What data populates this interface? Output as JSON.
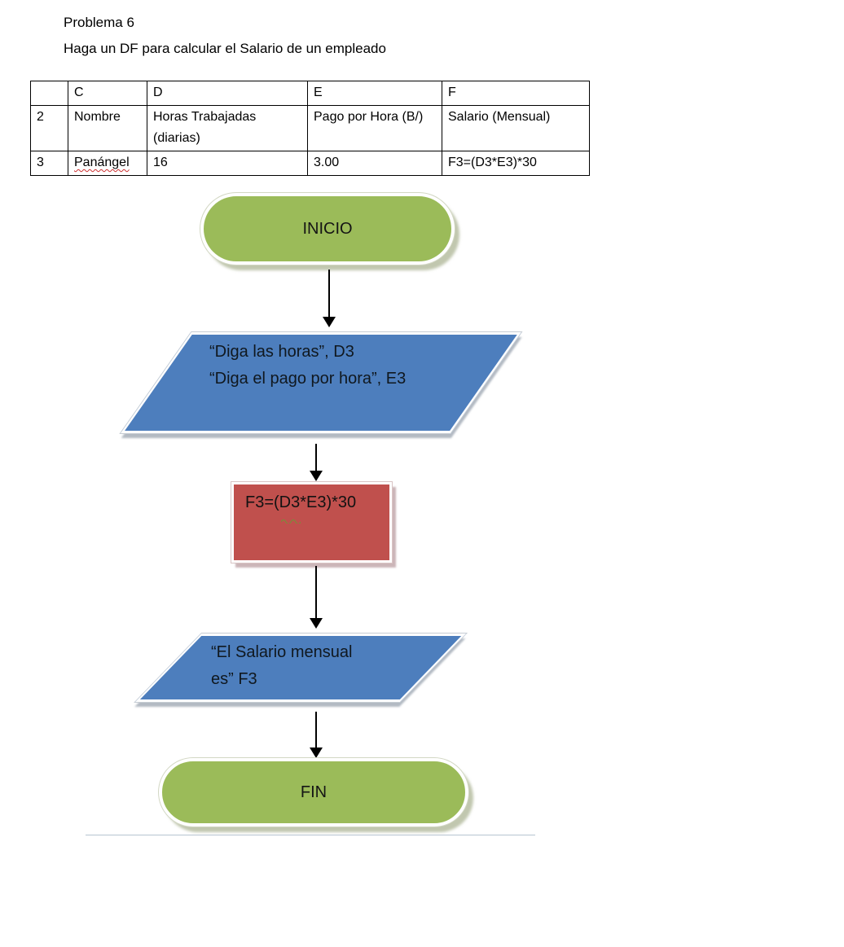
{
  "page": {
    "title": "Problema 6",
    "subtitle": "Haga un DF para calcular el Salario de un empleado"
  },
  "table": {
    "headers": {
      "num": "",
      "c": "C",
      "d": "D",
      "e": "E",
      "f": "F"
    },
    "rows": [
      {
        "num": "2",
        "c": "Nombre",
        "d": "Horas Trabajadas (diarias)",
        "e": "Pago por Hora (B/)",
        "f": "Salario (Mensual)"
      },
      {
        "num": "3",
        "c": "Panángel",
        "d": "16",
        "e": "3.00",
        "f": "F3=(D3*E3)*30"
      }
    ]
  },
  "flowchart": {
    "start": {
      "label": "INICIO"
    },
    "input": {
      "line1": "“Diga las horas”, D3",
      "line2": "“Diga el pago por hora”, E3"
    },
    "process": {
      "label": "F3=(D3*E3)*30"
    },
    "output": {
      "line1": "“El Salario mensual",
      "line2": "es” F3"
    },
    "end": {
      "label": "FIN"
    }
  },
  "colors": {
    "terminator_green": "#9bbb59",
    "io_blue": "#4d7ebd",
    "process_red": "#c0504d",
    "spellcheck_red": "#cc2f2f",
    "spellcheck_green": "#7a8c3a",
    "rule_blue_gray": "#b7c5d1"
  }
}
